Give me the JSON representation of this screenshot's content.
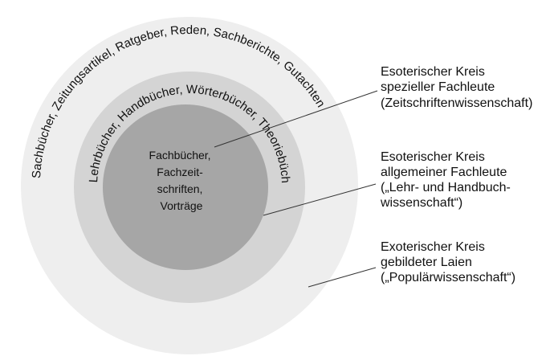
{
  "colors": {
    "outer_ring": "#eeeeee",
    "middle_ring": "#d4d4d4",
    "inner_circle": "#a6a6a6",
    "leader_line": "#333333",
    "text": "#111111"
  },
  "outer_arc_text": "Sachbücher, Zeitungsartikel, Ratgeber, Reden, Sachberichte, Gutachten",
  "middle_arc_text": "Lehrbücher, Handbücher, Wörterbücher, Theoriebücher",
  "center_lines": [
    "Fachbücher,",
    "Fachzeit-",
    "schriften,",
    "Vorträge"
  ],
  "labels": [
    {
      "lines": [
        "Esoterischer Kreis",
        "spezieller Fachleute",
        "(Zeitschriftenwissenschaft)"
      ]
    },
    {
      "lines": [
        "Esoterischer Kreis",
        "allgemeiner Fachleute",
        "(„Lehr- und Handbuch-",
        "wissenschaft“)"
      ]
    },
    {
      "lines": [
        "Exoterischer Kreis",
        "gebildeter Laien",
        "(„Populärwissenschaft“)"
      ]
    }
  ]
}
